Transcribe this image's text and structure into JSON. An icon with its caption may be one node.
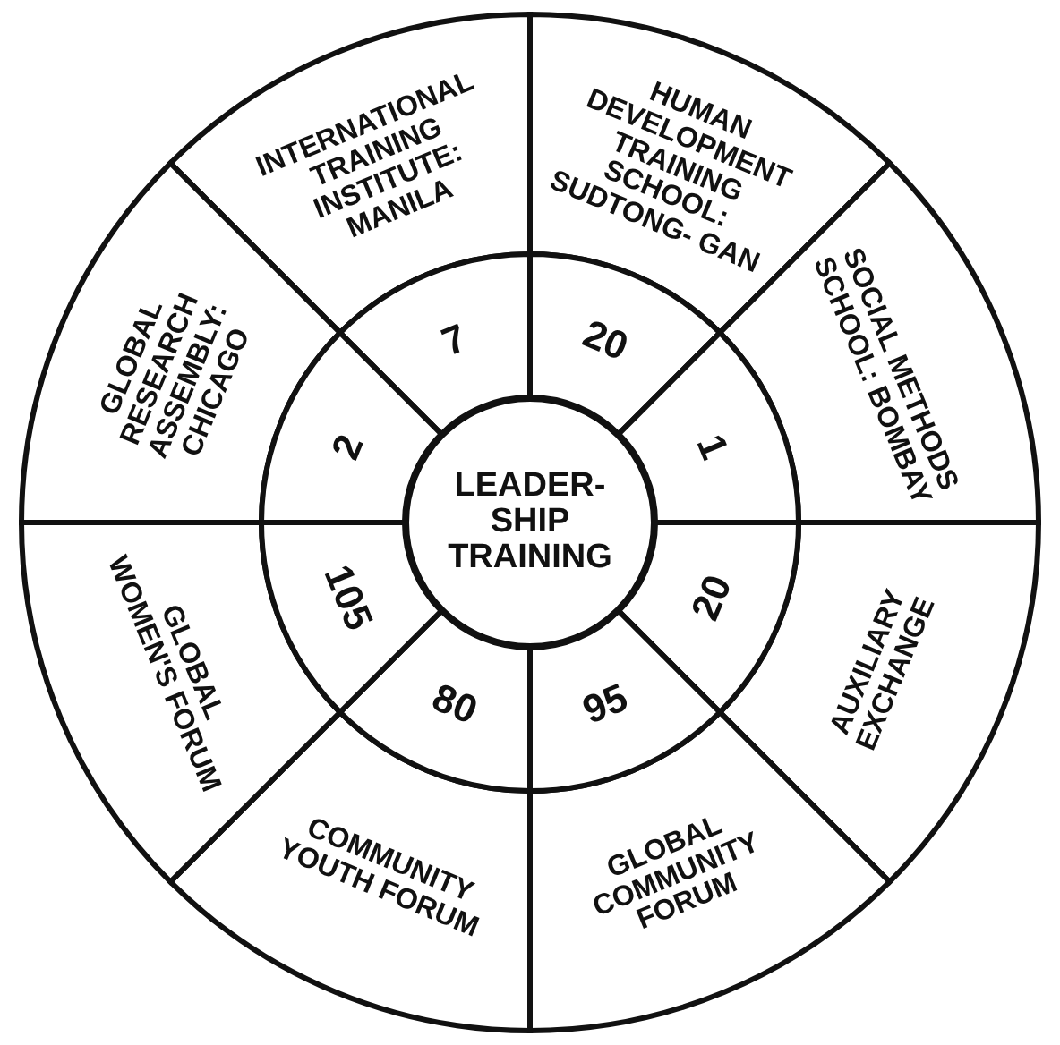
{
  "diagram": {
    "nodes": [
      {
        "text": [
          "LEADER- SHIP TRAINING"
        ]
      },
      {
        "text": [
          "INTERNATIONAL TRAINING INSTITUTE: MANILA"
        ]
      },
      {
        "text": [
          "7"
        ]
      },
      {
        "text": [
          "HUMAN DEVELOPMENT TRAINING SCHOOL: SUDTONG- GAN"
        ]
      },
      {
        "text": [
          "20"
        ]
      },
      {
        "text": [
          "SOCIAL METHODS SCHOOL: BOMBAY"
        ]
      },
      {
        "text": [
          "1"
        ]
      },
      {
        "text": [
          "AUXILIARY EXCHANGE"
        ]
      },
      {
        "text": [
          "20"
        ]
      },
      {
        "text": [
          "GLOBAL COMMUNITY FORUM"
        ]
      },
      {
        "text": [
          "95"
        ]
      },
      {
        "text": [
          "COMMUNITY YOUTH FORUM"
        ]
      },
      {
        "text": [
          "80"
        ]
      },
      {
        "text": [
          "GLOBAL WOMEN'S FORUM"
        ]
      },
      {
        "text": [
          "105"
        ]
      },
      {
        "text": [
          "GLOBAL RESEARCH ASSEMBLY: CHICAGO"
        ]
      },
      {
        "text": [
          "2"
        ]
      }
    ],
    "edges": []
  }
}
